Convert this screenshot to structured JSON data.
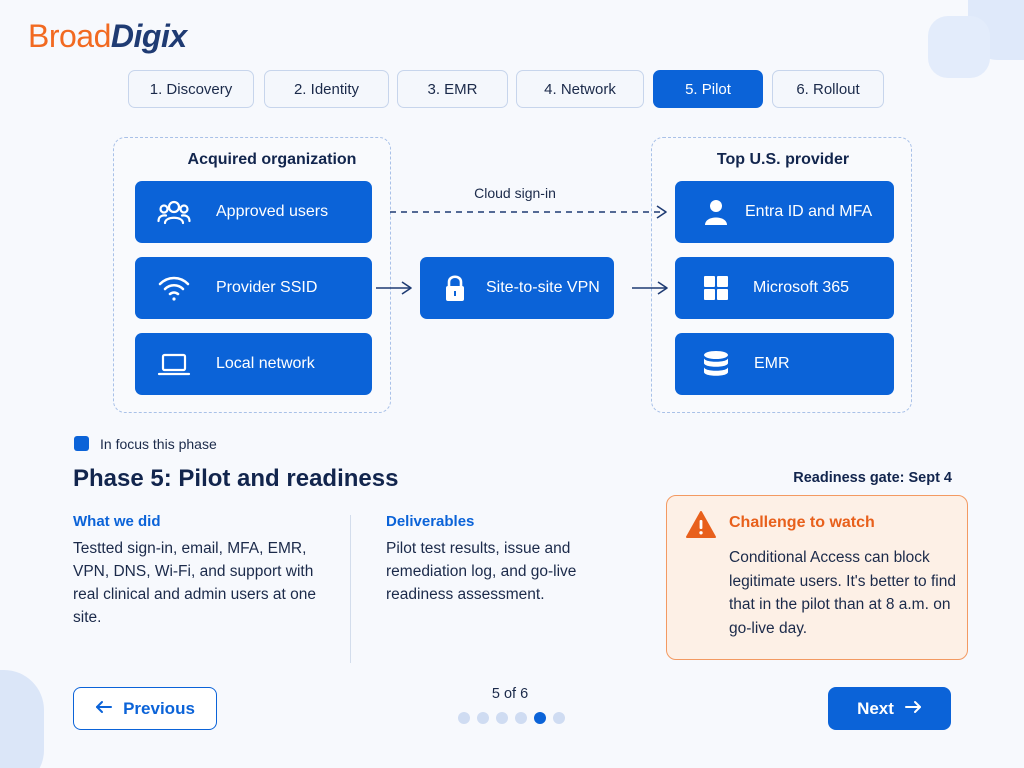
{
  "brand": {
    "part1": "Broad",
    "part2": "Digix",
    "brand_color": "#f26a21",
    "accent": "#0b63d8"
  },
  "tabs": [
    {
      "label": "1. Discovery",
      "active": false
    },
    {
      "label": "2. Identity",
      "active": false
    },
    {
      "label": "3. EMR",
      "active": false
    },
    {
      "label": "4. Network",
      "active": false
    },
    {
      "label": "5. Pilot",
      "active": true
    },
    {
      "label": "6. Rollout",
      "active": false
    }
  ],
  "diagram": {
    "left_title": "Acquired organization",
    "right_title": "Top U.S. provider",
    "left_nodes": [
      {
        "label": "Approved users",
        "icon": "users-icon"
      },
      {
        "label": "Provider SSID",
        "icon": "wifi-icon"
      },
      {
        "label": "Local network",
        "icon": "laptop-icon"
      }
    ],
    "center_node": {
      "label": "Site-to-site VPN",
      "icon": "lock-icon"
    },
    "right_nodes": [
      {
        "label": "Entra ID and MFA",
        "icon": "user-icon"
      },
      {
        "label": "Microsoft 365",
        "icon": "windows-icon"
      },
      {
        "label": "EMR",
        "icon": "database-icon"
      }
    ],
    "cloud_label": "Cloud sign-in"
  },
  "legend": {
    "label": "In focus this phase"
  },
  "phase": {
    "title": "Phase 5: Pilot and readiness",
    "gate": "Readiness gate: Sept 4"
  },
  "what_we_did": {
    "heading": "What we did",
    "body": "Testted sign-in, email, MFA, EMR, VPN, DNS, Wi-Fi, and support with real clinical and admin users at one site."
  },
  "deliverables": {
    "heading": "Deliverables",
    "body": "Pilot test results, issue and remediation log, and go-live readiness assessment."
  },
  "challenge": {
    "title": "Challenge to watch",
    "body": "Conditional Access can block legitimate users. It's better to find that in the pilot than at 8 a.m. on go-live day.",
    "color": "#e8601c"
  },
  "nav": {
    "previous": "Previous",
    "next": "Next",
    "page_indicator": "5 of 6",
    "current_page": 5,
    "total_pages": 6
  }
}
